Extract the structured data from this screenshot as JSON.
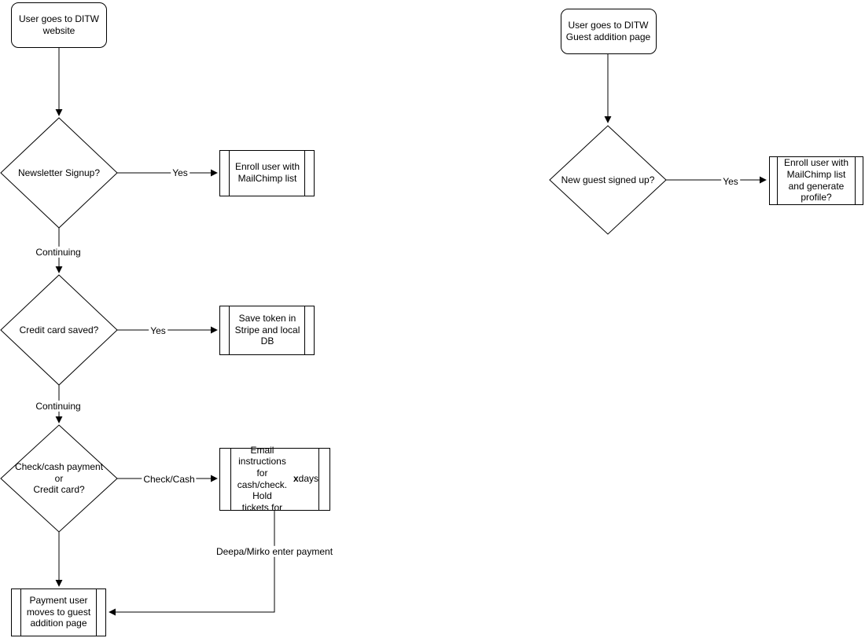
{
  "diagram": {
    "left_flow": {
      "start": {
        "label": "User goes to DITW\nwebsite"
      },
      "decision_newsletter": {
        "label": "Newsletter Signup?"
      },
      "process_enroll_mailchimp": {
        "label": "Enroll user with\nMailChimp list"
      },
      "decision_credit_card_saved": {
        "label": "Credit card saved?"
      },
      "process_save_token": {
        "label": "Save token in\nStripe and local\nDB"
      },
      "decision_payment_type": {
        "label": "Check/cash payment\nor\nCredit card?"
      },
      "process_email_instructions": {
        "pre": "Email instructions\nfor cash/check. Hold\ntickets for ",
        "bold": "x",
        "post": " days"
      },
      "process_payment_user_moves": {
        "label": "Payment user\nmoves to guest\naddition page"
      },
      "edge_labels": {
        "yes_newsletter": "Yes",
        "continuing_1": "Continuing",
        "yes_credit_card": "Yes",
        "continuing_2": "Continuing",
        "check_cash": "Check/Cash",
        "deepa_mirko": "Deepa/Mirko enter payment"
      }
    },
    "right_flow": {
      "start": {
        "label": "User goes to DITW\nGuest addition page"
      },
      "decision_new_guest": {
        "label": "New guest signed up?"
      },
      "process_enroll_generate_profile": {
        "label": "Enroll user with\nMailChimp list\nand generate\nprofile?"
      },
      "edge_labels": {
        "yes_new_guest": "Yes"
      }
    },
    "colors": {
      "stroke": "#000000",
      "node_fill": "#ffffff",
      "text": "#000000",
      "background": "#ffffff"
    }
  }
}
